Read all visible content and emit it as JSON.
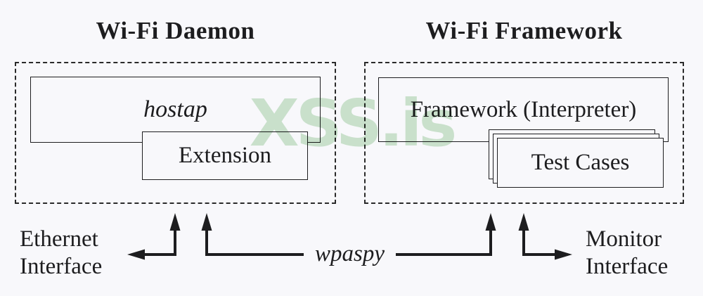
{
  "colors": {
    "background": "#f8f8fb",
    "line": "#1d1d1f",
    "watermark_green": "#cfe7cf"
  },
  "watermark": {
    "text": "XSS.is"
  },
  "daemon": {
    "title": "Wi-Fi Daemon",
    "hostap_label": "hostap",
    "extension_label": "Extension"
  },
  "framework": {
    "title": "Wi-Fi Framework",
    "interpreter_label": "Framework (Interpreter)",
    "testcases_label": "Test Cases"
  },
  "connections": {
    "ethernet_label": "Ethernet\nInterface",
    "wpaspy_label": "wpaspy",
    "monitor_label": "Monitor\nInterface"
  }
}
